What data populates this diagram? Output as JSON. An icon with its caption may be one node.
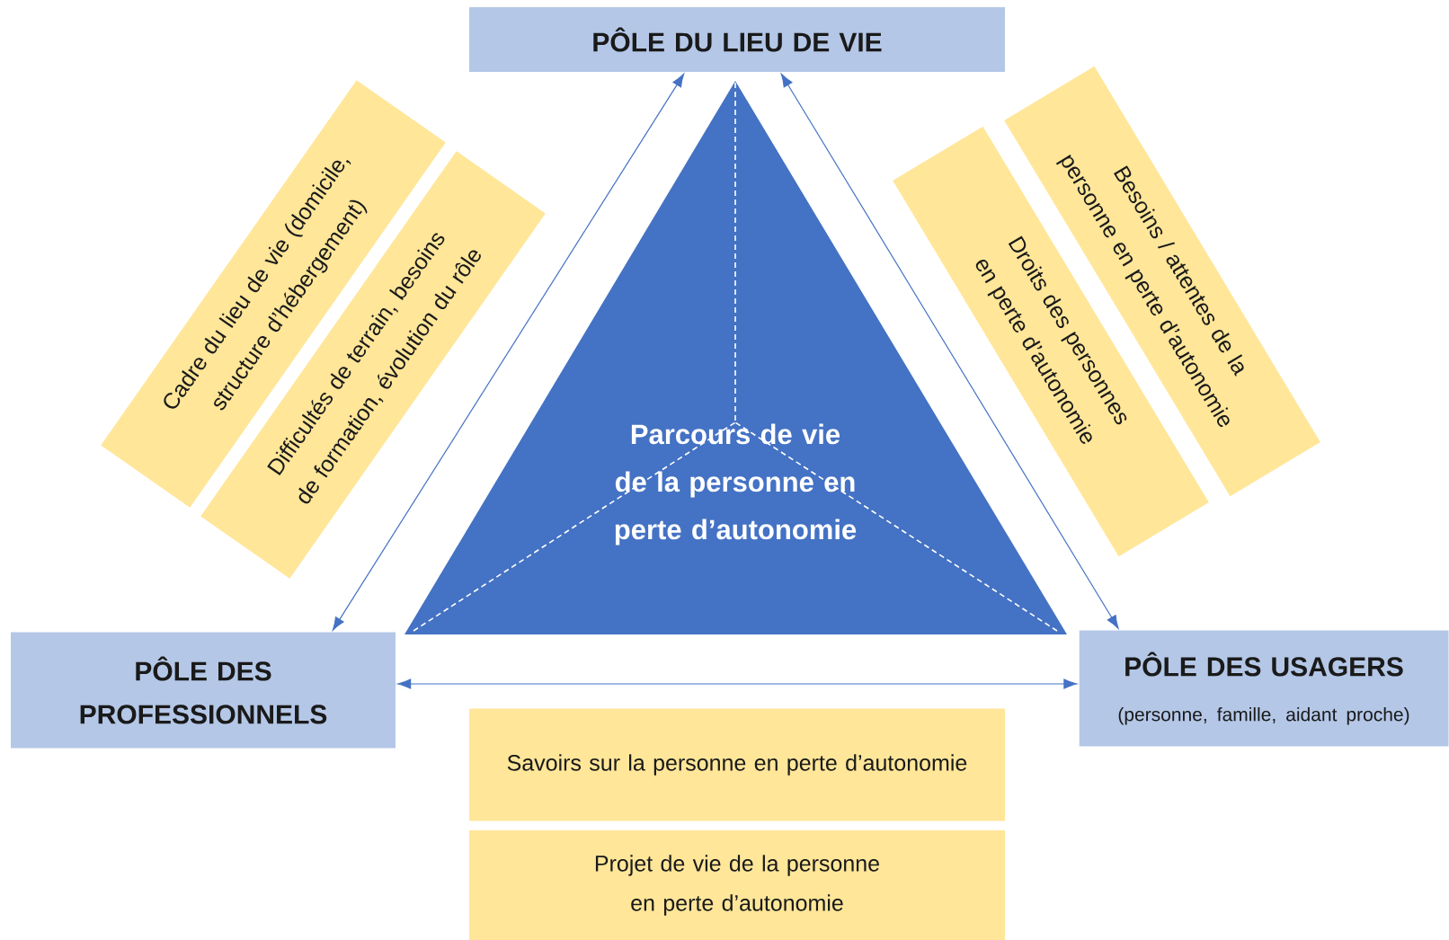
{
  "diagram": {
    "nodes": [
      {
        "text": [
          "PÔLE DU LIEU DE VIE"
        ]
      },
      {
        "text": [
          "PÔLE DES PROFESSIONNELS"
        ]
      },
      {
        "text": [
          "PÔLE DES USAGERS",
          "(personne, famille, aidant proche)"
        ]
      },
      {
        "text": [
          "Parcours de vie de la personne en perte d’autonomie"
        ]
      },
      {
        "text": [
          "Cadre du lieu de vie (domicile, structure d’hébergement)"
        ]
      },
      {
        "text": [
          "Difficultés de terrain, besoins de formation, évolution du rôle"
        ]
      },
      {
        "text": [
          "Droits des personnes en perte d’autonomie"
        ]
      },
      {
        "text": [
          "Besoins / attentes de la personne en perte d’autonomie"
        ]
      },
      {
        "text": [
          "Savoirs sur la personne en perte d’autonomie"
        ]
      },
      {
        "text": [
          "Projet de vie de la personne en perte d’autonomie"
        ]
      }
    ],
    "edges": [
      {
        "from": 0,
        "to": 1,
        "arrow": "both"
      },
      {
        "from": 0,
        "to": 2,
        "arrow": "both"
      },
      {
        "from": 1,
        "to": 2,
        "arrow": "both"
      }
    ]
  }
}
